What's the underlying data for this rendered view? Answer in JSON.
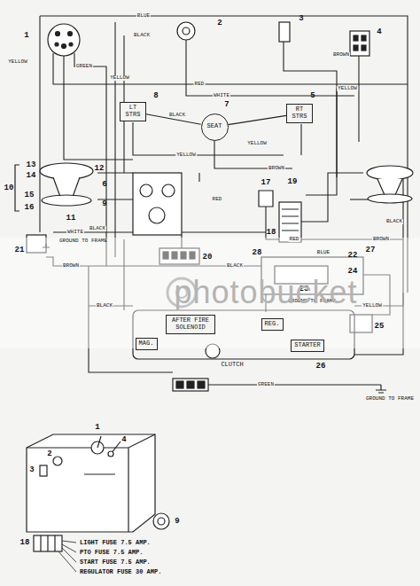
{
  "diagram": {
    "nodes": [
      {
        "text": [
          "LT STRS"
        ]
      },
      {
        "text": [
          "SEAT"
        ]
      },
      {
        "text": [
          "RT STRS"
        ]
      },
      {
        "text": [
          "AFTER FIRE SOLENOID"
        ]
      },
      {
        "text": [
          "MAG."
        ]
      },
      {
        "text": [
          "REG."
        ]
      },
      {
        "text": [
          "STARTER"
        ]
      }
    ],
    "edges": [
      {
        "from": 0,
        "to": 1,
        "arrow": "none"
      },
      {
        "from": 1,
        "to": 2,
        "arrow": "none"
      }
    ],
    "labels": [
      "1",
      "2",
      "3",
      "4",
      "5",
      "6",
      "7",
      "8",
      "9",
      "10",
      "11",
      "12",
      "13",
      "14",
      "15",
      "16",
      "17",
      "18",
      "19",
      "20",
      "21",
      "22",
      "23",
      "24",
      "25",
      "26",
      "27",
      "28",
      "YELLOW",
      "BLUE",
      "BLACK",
      "GREEN",
      "RED",
      "WHITE",
      "BROWN",
      "YELLOW",
      "YELLOW",
      "BLACK",
      "BLACK",
      "BLACK",
      "YELLOW",
      "YELLOW",
      "BROWN",
      "WHITE",
      "BROWN",
      "RED",
      "BLUE",
      "BLACK",
      "BROWN",
      "BLACK",
      "YELLOW",
      "GREEN",
      "RED",
      "GROUND TO FRAME",
      "GROUND TO FRAME",
      "GROUND TO FRAME",
      "CLUTCH",
      "1",
      "2",
      "3",
      "4",
      "9",
      "18",
      "LIGHT FUSE 7.5 AMP.",
      "PTO FUSE 7.5 AMP.",
      "START FUSE 7.5 AMP.",
      "REGULATOR FUSE 30 AMP.",
      "photobucket"
    ]
  }
}
